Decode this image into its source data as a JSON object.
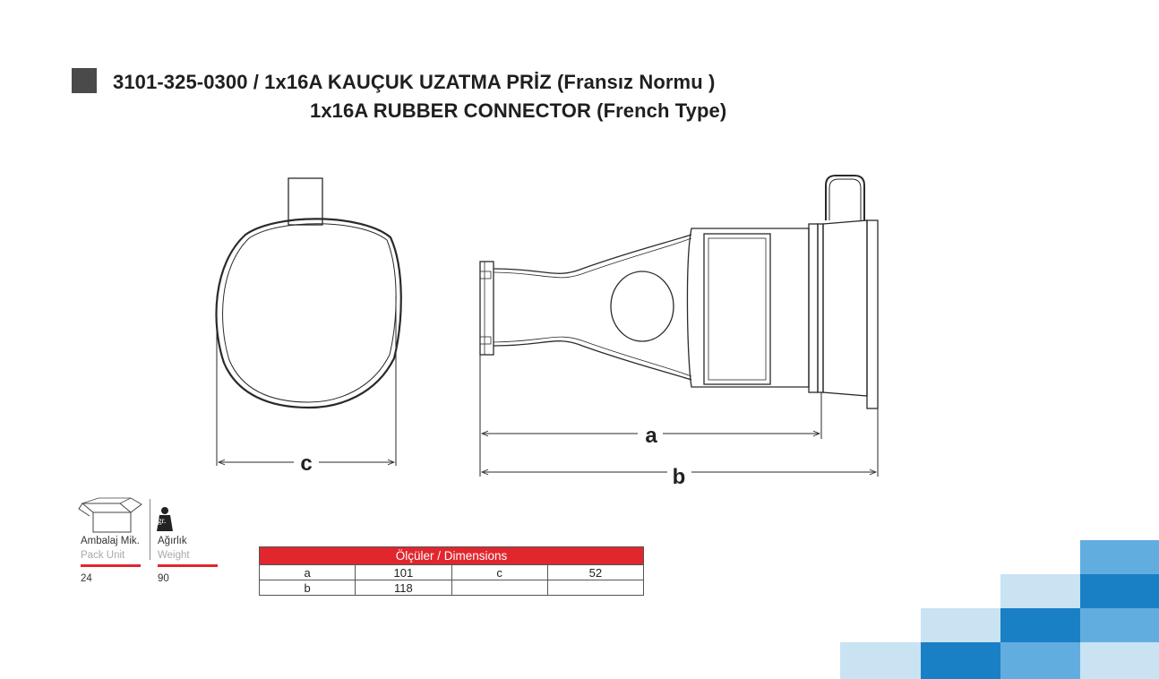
{
  "title": {
    "line1": "3101-325-0300  /  1x16A KAUÇUK UZATMA PRİZ (Fransız Normu )",
    "line2": "1x16A RUBBER CONNECTOR (French Type)"
  },
  "drawing": {
    "labels": {
      "a": "a",
      "b": "b",
      "c": "c"
    }
  },
  "info": {
    "pack": {
      "icon": "box-icon",
      "label": "Ambalaj Mik.",
      "sub": "Pack Unit",
      "value": "24"
    },
    "weight": {
      "icon": "weight-icon",
      "icon_text": "gr.",
      "label": "Ağırlık",
      "sub": "Weight",
      "value": "90"
    }
  },
  "dimensions_table": {
    "header": "Ölçüler / Dimensions",
    "rows": [
      [
        "a",
        "101",
        "c",
        "52"
      ],
      [
        "b",
        "118",
        "",
        ""
      ]
    ]
  },
  "colors": {
    "accent_red": "#e1262d",
    "tile_light": "#c9e3f3",
    "tile_mid": "#62ade0",
    "tile_dark": "#1a80c6"
  }
}
